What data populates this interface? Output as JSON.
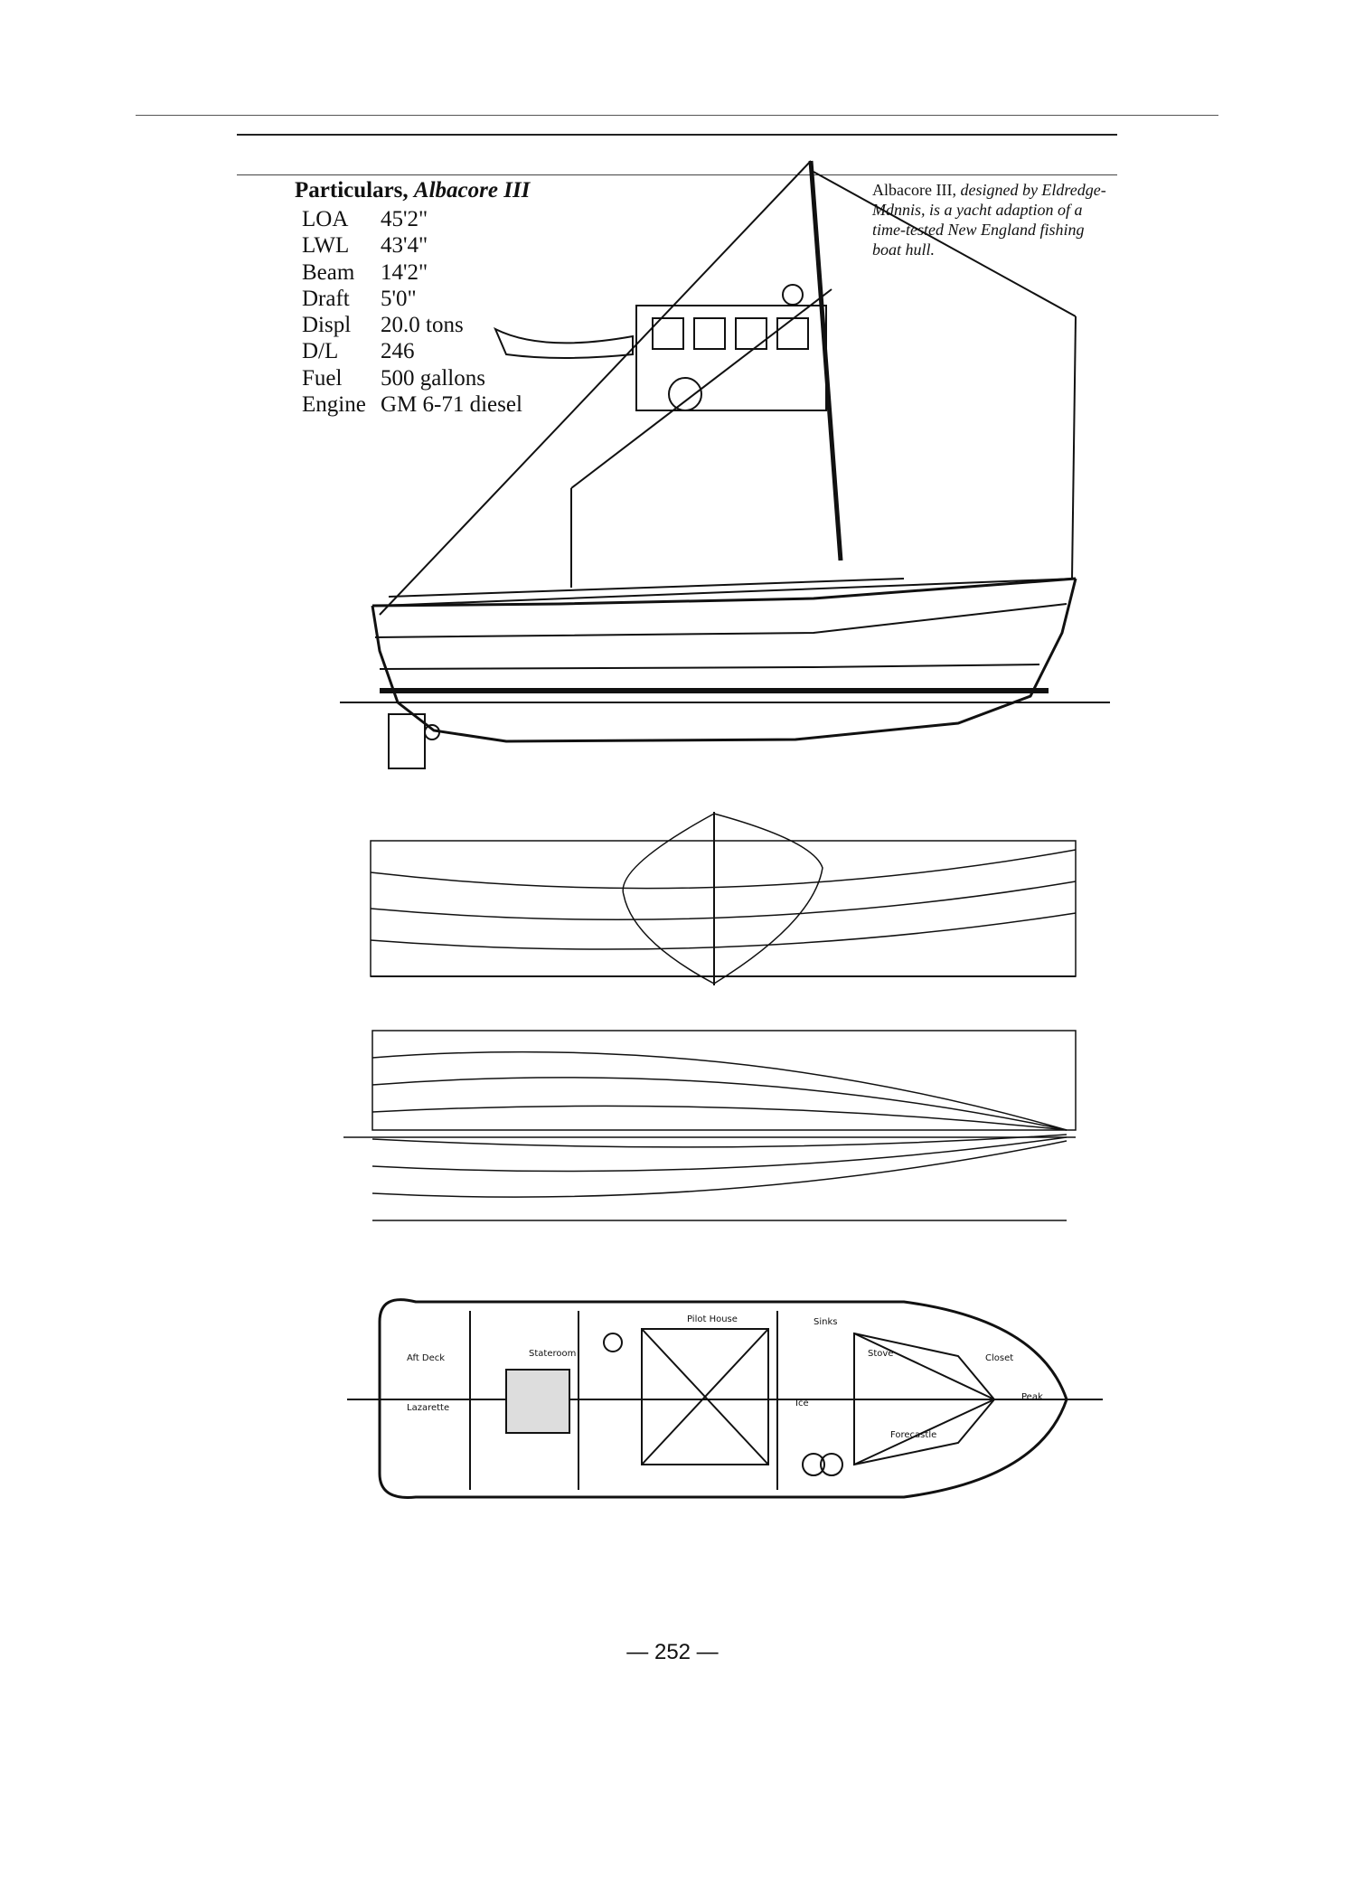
{
  "particulars": {
    "heading": "Particulars,",
    "boat_name": "Albacore III",
    "specs": [
      {
        "label": "LOA",
        "value": "45'2\""
      },
      {
        "label": "LWL",
        "value": "43'4\""
      },
      {
        "label": "Beam",
        "value": "14'2\""
      },
      {
        "label": "Draft",
        "value": "5'0\""
      },
      {
        "label": "Displ",
        "value": "20.0 tons"
      },
      {
        "label": "D/L",
        "value": "246"
      },
      {
        "label": "Fuel",
        "value": "500 gallons"
      },
      {
        "label": "Engine",
        "value": "GM 6-71 diesel"
      }
    ]
  },
  "caption": {
    "name": "Albacore III,",
    "text": "designed by Eldredge-Mdnnis, is a yacht adaption of a time-tested New England fishing boat hull."
  },
  "drawings": {
    "accommodation_labels": [
      "Aft Deck",
      "Lazarette",
      "Stateroom",
      "Pilot House",
      "Ice",
      "Stove",
      "Closet",
      "Forecastle",
      "Peak",
      "Sinks"
    ]
  },
  "footer": {
    "page_number": "— 252 —"
  },
  "colors": {
    "ink": "#111111",
    "paper": "#ffffff"
  }
}
